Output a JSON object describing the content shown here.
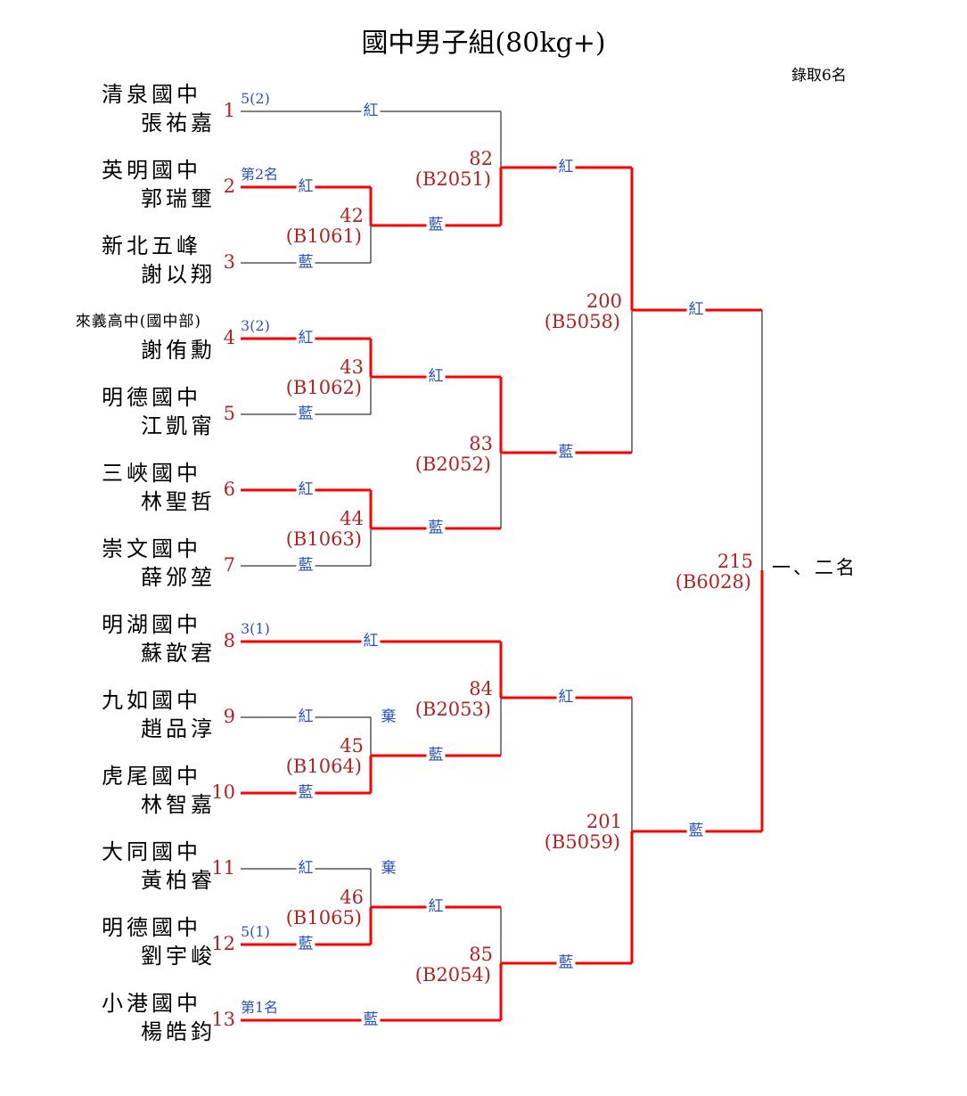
{
  "title": "國中男子組(80kg+)",
  "quota": "錄取6名",
  "final_rank_label": "一、二名",
  "colors": {
    "line_win": "#ff0000",
    "line": "#000000",
    "number": "#b22222",
    "label": "#2a52be"
  },
  "entrants": [
    {
      "no": "1",
      "school": "清泉國中",
      "name": "張祐嘉",
      "seed": "5(2)"
    },
    {
      "no": "2",
      "school": "英明國中",
      "name": "郭瑞壐",
      "seed": "第2名"
    },
    {
      "no": "3",
      "school": "新北五峰",
      "name": "謝以翔",
      "seed": ""
    },
    {
      "no": "4",
      "school": "來義高中(國中部)",
      "name": "謝侑勳",
      "seed": "3(2)"
    },
    {
      "no": "5",
      "school": "明德國中",
      "name": "江凱甯",
      "seed": ""
    },
    {
      "no": "6",
      "school": "三峽國中",
      "name": "林聖哲",
      "seed": ""
    },
    {
      "no": "7",
      "school": "崇文國中",
      "name": "薛邠堃",
      "seed": ""
    },
    {
      "no": "8",
      "school": "明湖國中",
      "name": "蘇歆宭",
      "seed": "3(1)"
    },
    {
      "no": "9",
      "school": "九如國中",
      "name": "趙品淳",
      "seed": ""
    },
    {
      "no": "10",
      "school": "虎尾國中",
      "name": "林智嘉",
      "seed": ""
    },
    {
      "no": "11",
      "school": "大同國中",
      "name": "黃柏睿",
      "seed": ""
    },
    {
      "no": "12",
      "school": "明德國中",
      "name": "劉宇峻",
      "seed": "5(1)"
    },
    {
      "no": "13",
      "school": "小港國中",
      "name": "楊皓鈞",
      "seed": "第1名"
    }
  ],
  "matches": [
    {
      "no": "42",
      "code": "(B1061)"
    },
    {
      "no": "43",
      "code": "(B1062)"
    },
    {
      "no": "44",
      "code": "(B1063)"
    },
    {
      "no": "45",
      "code": "(B1064)"
    },
    {
      "no": "46",
      "code": "(B1065)"
    },
    {
      "no": "82",
      "code": "(B2051)"
    },
    {
      "no": "83",
      "code": "(B2052)"
    },
    {
      "no": "84",
      "code": "(B2053)"
    },
    {
      "no": "85",
      "code": "(B2054)"
    },
    {
      "no": "200",
      "code": "(B5058)"
    },
    {
      "no": "201",
      "code": "(B5059)"
    },
    {
      "no": "215",
      "code": "(B6028)"
    }
  ],
  "corner_labels": [
    "紅",
    "紅",
    "藍",
    "紅",
    "藍",
    "紅",
    "藍",
    "紅",
    "紅",
    "藍",
    "紅",
    "藍",
    "藍",
    "藍",
    "紅",
    "藍",
    "藍",
    "紅",
    "紅",
    "藍",
    "紅",
    "藍",
    "紅",
    "藍"
  ],
  "forfeit_labels": [
    "棄",
    "棄"
  ]
}
